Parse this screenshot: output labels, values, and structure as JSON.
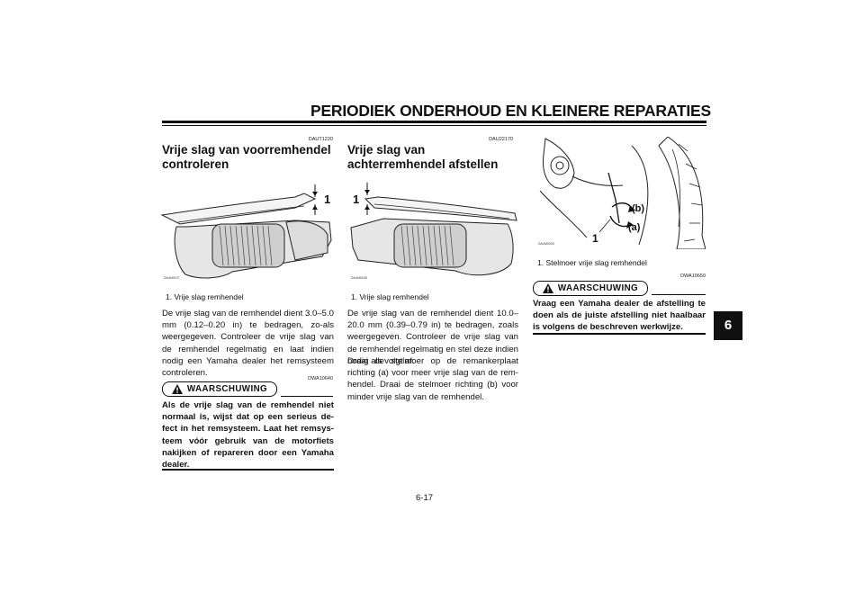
{
  "header": {
    "title": "PERIODIEK ONDERHOUD EN KLEINERE REPARATIES",
    "chapter": "6"
  },
  "col1": {
    "code": "DAUT1220",
    "heading": "Vrije slag van voorremhendel controleren",
    "fig_label": "1",
    "fig_code": "ZAUM0107",
    "caption": "1. Vrije slag remhendel",
    "body": "De vrije slag van de remhendel dient 3.0–5.0 mm (0.12–0.20 in) te bedragen, zo-als weergegeven. Controleer de vrije slag van de remhendel regelmatig en laat indien nodig een Yamaha dealer het remsysteem controleren.",
    "warning": {
      "code": "DWA10640",
      "label": "WAARSCHUWING",
      "text": "Als de vrije slag van de remhendel niet normaal is, wijst dat op een serieus de-fect in het remsysteem. Laat het remsys-teem vóór gebruik van de motorfiets nakijken of repareren door een Yamaha dealer."
    }
  },
  "col2": {
    "code": "DAU22170",
    "heading": "Vrije slag van achterremhendel afstellen",
    "fig_label": "1",
    "fig_code": "ZAUM0108",
    "caption": "1. Vrije slag remhendel",
    "body1": "De vrije slag van de remhendel dient 10.0–20.0 mm (0.39–0.79 in) te bedragen, zoals weergegeven. Controleer de vrije slag van de remhendel regelmatig en stel deze indien nodig als volgt af.",
    "body2": "Draai de stelmoer op de remankerplaat richting (a) voor meer vrije slag van de rem-hendel. Draai de stelmoer richting (b) voor minder vrije slag van de remhendel."
  },
  "col3": {
    "fig_label_b": "(b)",
    "fig_label_a": "(a)",
    "fig_label_1": "1",
    "fig_code": "ZAUM0200",
    "caption": "1. Stelmoer vrije slag remhendel",
    "warning": {
      "code": "DWA10650",
      "label": "WAARSCHUWING",
      "text": "Vraag een Yamaha dealer de afstelling te doen als de juiste afstelling niet haalbaar is volgens de beschreven werkwijze."
    }
  },
  "footer": {
    "page": "6-17"
  }
}
